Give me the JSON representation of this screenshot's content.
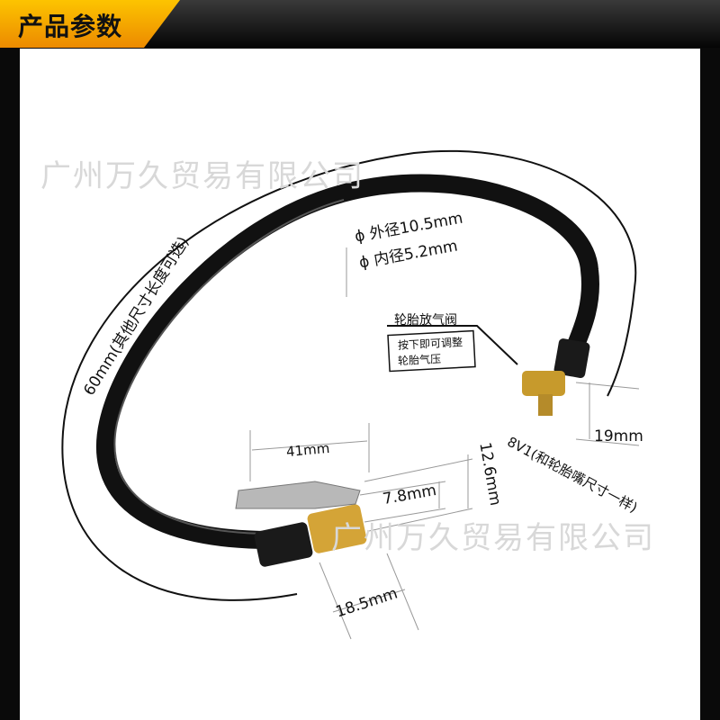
{
  "header": {
    "title": "产品参数",
    "accent_color": "#fdc400"
  },
  "watermark": "广州万久贸易有限公司",
  "labels": {
    "length": "60mm(其他尺寸长度可选)",
    "outer_diameter": "ϕ 外径10.5mm",
    "inner_diameter": "ϕ 内径5.2mm",
    "valve_title": "轮胎放气阀",
    "valve_desc_1": "按下即可调整",
    "valve_desc_2": "轮胎气压",
    "thread_length": "19mm",
    "thread_spec": "8V1(和轮胎嘴尺寸一样)",
    "clip_length": "41mm",
    "clip_height": "12.6mm",
    "chuck_diameter": "7.8mm",
    "chuck_length": "18.5mm"
  }
}
